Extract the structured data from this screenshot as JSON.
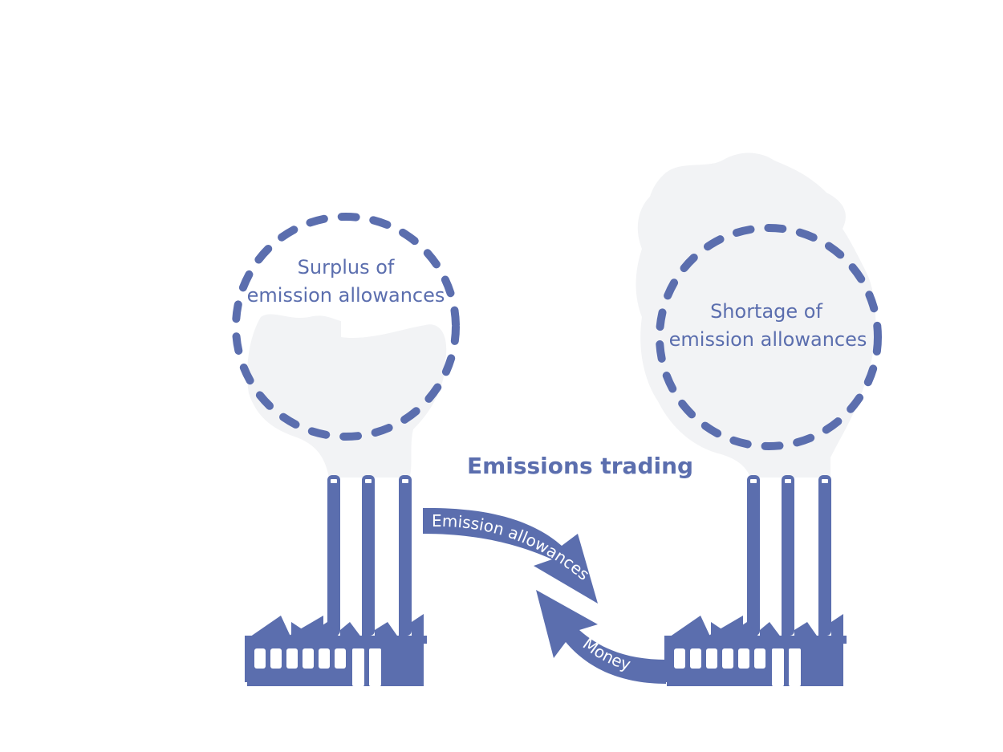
{
  "title": "Emissions trading",
  "colors": {
    "primary": "#5b6eae",
    "smoke": "#f2f3f5",
    "background": "#ffffff"
  },
  "left_company": {
    "label_line1": "Surplus of",
    "label_line2": "emission allowances"
  },
  "right_company": {
    "label_line1": "Shortage of",
    "label_line2": "emission allowances"
  },
  "arrows": {
    "allowances_label": "Emission allowances",
    "money_label": "Money"
  }
}
